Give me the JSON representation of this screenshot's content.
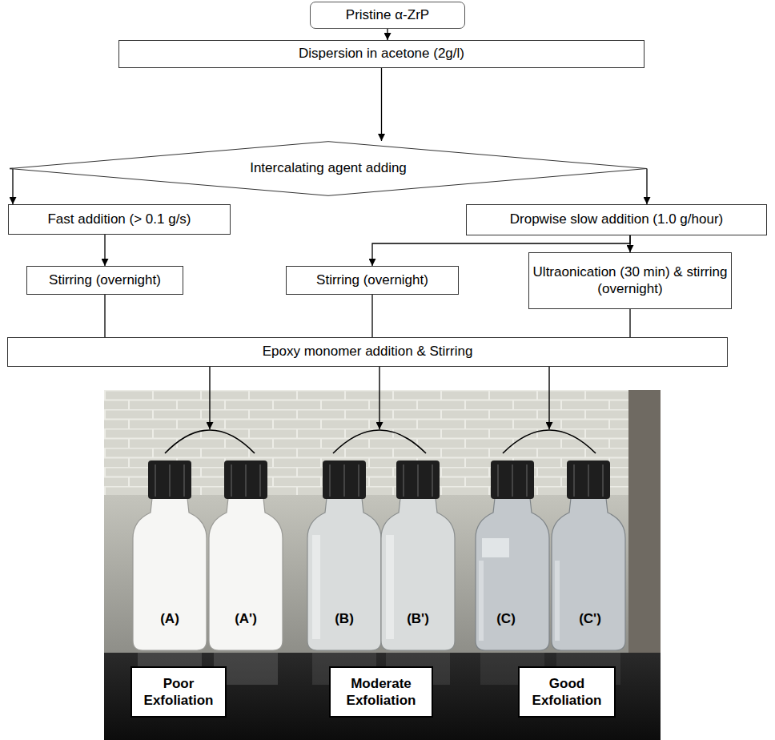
{
  "diagram": {
    "nodes": [
      {
        "text": [
          "Pristine α-ZrP"
        ]
      },
      {
        "text": [
          "Dispersion in acetone (2g/l)"
        ]
      },
      {
        "text": [
          "Intercalating agent adding"
        ]
      },
      {
        "text": [
          "Fast addition (> 0.1 g/s)"
        ]
      },
      {
        "text": [
          "Dropwise slow addition (1.0 g/hour)"
        ]
      },
      {
        "text": [
          "Stirring (overnight)"
        ]
      },
      {
        "text": [
          "Stirring (overnight)"
        ]
      },
      {
        "text": [
          "Ultraonication (30 min) & stirring (overnight)"
        ]
      },
      {
        "text": [
          "Epoxy monomer addition & Stirring"
        ]
      },
      {
        "text": [
          "Poor Exfoliation"
        ]
      },
      {
        "text": [
          "Moderate Exfoliation"
        ]
      },
      {
        "text": [
          "Good Exfoliation"
        ]
      }
    ],
    "edges": [
      {
        "from": 0,
        "to": 1,
        "arrow": "to"
      },
      {
        "from": 1,
        "to": 2,
        "arrow": "to"
      },
      {
        "from": 2,
        "to": 3,
        "arrow": "to"
      },
      {
        "from": 2,
        "to": 4,
        "arrow": "to"
      },
      {
        "from": 3,
        "to": 5,
        "arrow": "to"
      },
      {
        "from": 4,
        "to": 6,
        "arrow": "to"
      },
      {
        "from": 4,
        "to": 7,
        "arrow": "to"
      },
      {
        "from": 5,
        "to": 8,
        "arrow": "none"
      },
      {
        "from": 6,
        "to": 8,
        "arrow": "none"
      },
      {
        "from": 7,
        "to": 8,
        "arrow": "none"
      }
    ],
    "labels": [
      "(A)",
      "(A')",
      "(B)",
      "(B')",
      "(C)",
      "(C')"
    ]
  }
}
